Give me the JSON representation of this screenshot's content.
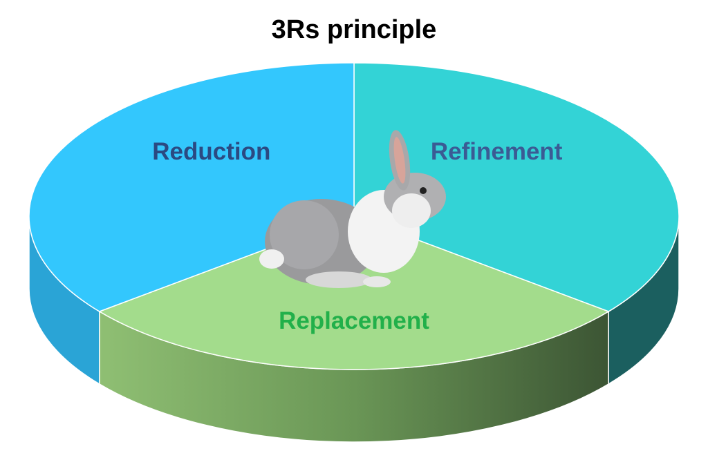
{
  "chart_data": {
    "type": "pie",
    "style": "3d",
    "title": "3Rs principle",
    "slices": [
      {
        "label": "Refinement",
        "value": 1,
        "color": "#33d3d6",
        "side_color": "#1b5f5f",
        "label_color": "#3b5b94"
      },
      {
        "label": "Replacement",
        "value": 1,
        "color": "#a3dc8c",
        "side_color": "#6b9a58",
        "label_color": "#22b04a"
      },
      {
        "label": "Reduction",
        "value": 1,
        "color": "#33c7fd",
        "side_color": "#2aa4d6",
        "label_color": "#2b4a82"
      }
    ],
    "center_image": "rabbit",
    "legend": "none"
  }
}
